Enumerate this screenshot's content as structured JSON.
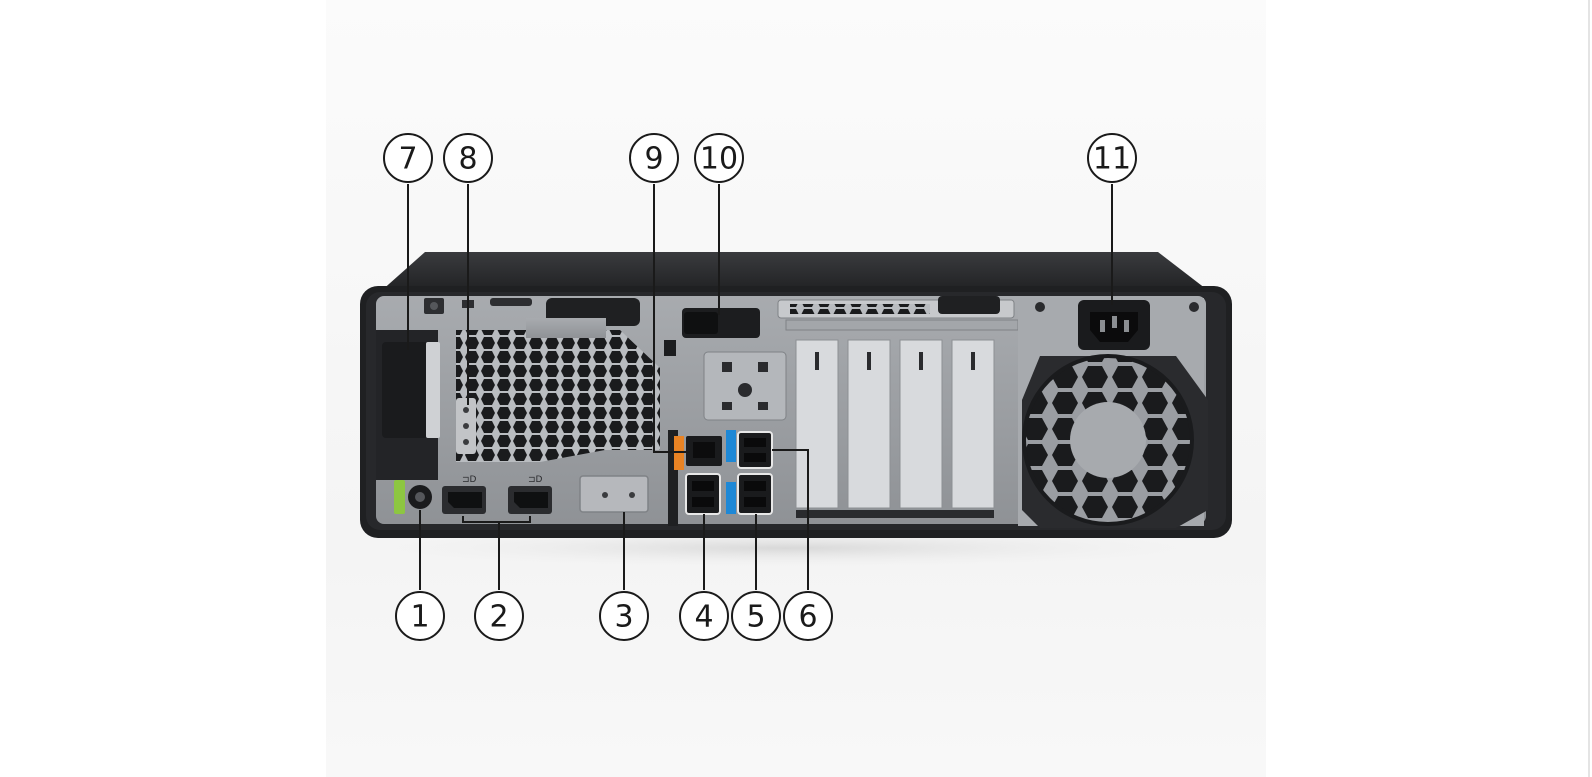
{
  "colors": {
    "chassis": "#1c1d1f",
    "panel": "#9c9fa3",
    "usb_blue": "#1e88d6",
    "lan_orange": "#e98324",
    "audio_green": "#8dc641",
    "callout_line": "#1a1a1a"
  },
  "callouts": [
    {
      "id": "1",
      "label": "1",
      "part": "audio-jack"
    },
    {
      "id": "2",
      "label": "2",
      "part": "displayport-ports"
    },
    {
      "id": "3",
      "label": "3",
      "part": "optional-port-cover"
    },
    {
      "id": "4",
      "label": "4",
      "part": "usb-ports-left"
    },
    {
      "id": "5",
      "label": "5",
      "part": "usb-ports-right"
    },
    {
      "id": "6",
      "label": "6",
      "part": "usb-ports-top"
    },
    {
      "id": "7",
      "label": "7",
      "part": "lock-loop"
    },
    {
      "id": "8",
      "label": "8",
      "part": "security-slots"
    },
    {
      "id": "9",
      "label": "9",
      "part": "rj45-port"
    },
    {
      "id": "10",
      "label": "10",
      "part": "side-access-latch"
    },
    {
      "id": "11",
      "label": "11",
      "part": "power-connector"
    }
  ],
  "icons": [
    "audio-icon",
    "displayport-icon",
    "usb-icon",
    "network-icon",
    "fan-icon",
    "power-icon"
  ]
}
